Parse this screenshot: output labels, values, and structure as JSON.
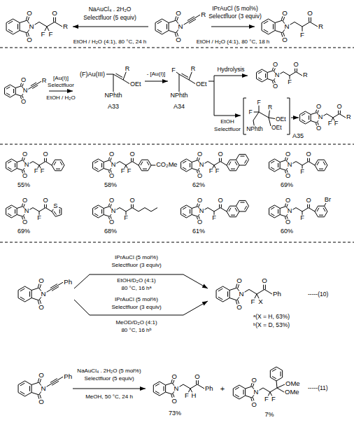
{
  "diagram": {
    "labels": [
      "O",
      "O",
      "N",
      "F",
      "F",
      "O",
      "R",
      "NaAuCl₄ . 2H₂O",
      "Selectfluor (5 equiv)",
      "EtOH / H₂O (4:1), 80 °C, 24 h",
      "O",
      "O",
      "N",
      "R",
      "IPrAuCl (5 mol%)",
      "Selectfluor (3 equiv)",
      "EtOH / H₂O (4:1), 80 °C, 18 h",
      "O",
      "O",
      "N",
      "F",
      "O",
      "R",
      "O",
      "O",
      "N",
      "R",
      "[Au(I)]",
      "Selectfluor",
      "EtOH / H₂O",
      "(F)Au(III)",
      "R",
      "OEt",
      "NPhth",
      "A33",
      "- [Au(I)]",
      "F",
      "R",
      "OEt",
      "NPhth",
      "A34",
      "Hydrolysis",
      "O",
      "O",
      "N",
      "F",
      "O",
      "R",
      "EtOH",
      "Selectfluor",
      "F",
      "F",
      "R",
      "OEt",
      "OEt",
      "NPhth",
      "A35",
      "O",
      "O",
      "N",
      "F",
      "F",
      "O",
      "R",
      "O",
      "O",
      "N",
      "F",
      "F",
      "O",
      "55%",
      "O",
      "O",
      "N",
      "F",
      "F",
      "O",
      "CO₂Me",
      "58%",
      "O",
      "O",
      "N",
      "F",
      "F",
      "O",
      "62%",
      "O",
      "O",
      "N",
      "F",
      "O",
      "69%",
      "O",
      "O",
      "N",
      "F",
      "O",
      "S",
      "69%",
      "O",
      "O",
      "N",
      "F",
      "O",
      "68%",
      "O",
      "O",
      "N",
      "F",
      "O",
      "61%",
      "O",
      "O",
      "N",
      "F",
      "O",
      "Br",
      "60%",
      "O",
      "O",
      "N",
      "Ph",
      "IPrAuCl (5 mol%)",
      "Selectfluor (3 equiv)",
      "EtOH/D₂O (4:1)",
      "80 °C, 16 hᵃ",
      "IPrAuCl (5 mol%)",
      "Selectfluor (3 equiv)",
      "MeOD/D₂O (4:1)",
      "80 °C, 16 hᵇ",
      "O",
      "O",
      "N",
      "F",
      "X",
      "O",
      "Ph",
      "ᵃ(X = H, 63%)",
      "ᵇ(X = D, 53%)",
      "-----(10)",
      "O",
      "O",
      "N",
      "Ph",
      "NaAuCl₄ . 2H₂O (5 mol%)",
      "Selectfluor (5 equiv)",
      "MeOH, 50 °C, 24 h",
      "O",
      "O",
      "N",
      "F",
      "H",
      "O",
      "Ph",
      "73%",
      "+",
      "O",
      "O",
      "N",
      "F",
      "F",
      "OMe",
      "OMe",
      "7%",
      "-----(11)"
    ]
  }
}
